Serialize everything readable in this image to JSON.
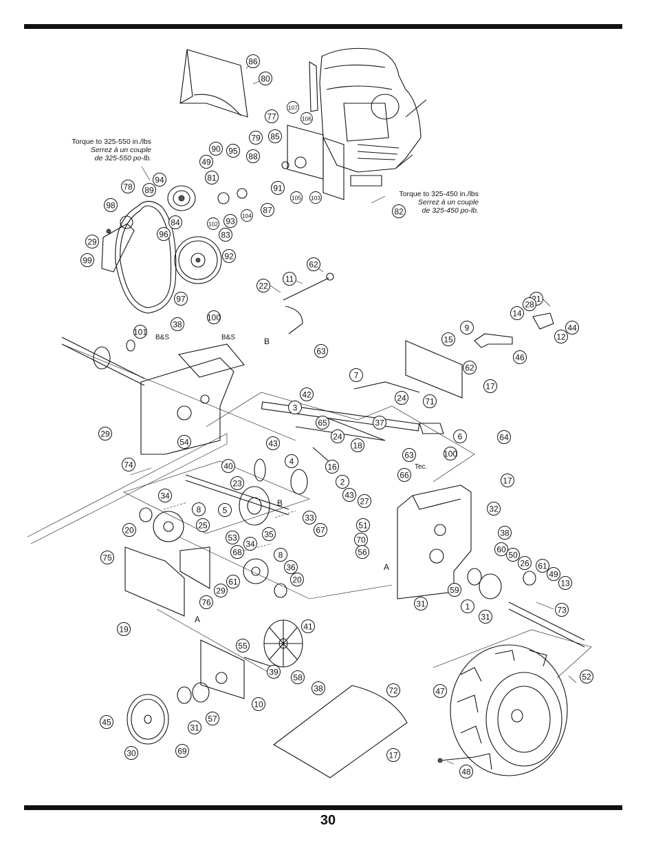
{
  "page": {
    "number": "30"
  },
  "torque_notes": [
    {
      "en": "Torque to 325-550 in./lbs",
      "fr_line1": "Serrez à un couple",
      "fr_line2": "de 325-550 po-lb."
    },
    {
      "en": "Torque to 325-450 in./lbs",
      "fr_line1": "Serrez à un couple",
      "fr_line2": "de 325-450 po-lb."
    }
  ],
  "labels": {
    "bs_left": "B&S",
    "bs_right": "B&S",
    "tec": "Tec.",
    "letter_b_upper": "B",
    "letter_b_lower": "B",
    "letter_a_right": "A",
    "letter_a_left": "A"
  },
  "callouts": [
    "86",
    "80",
    "77",
    "107",
    "106",
    "79",
    "85",
    "90",
    "95",
    "88",
    "49",
    "81",
    "94",
    "89",
    "91",
    "105",
    "103",
    "82",
    "78",
    "98",
    "84",
    "96",
    "102",
    "93",
    "104",
    "87",
    "83",
    "29",
    "92",
    "99",
    "97",
    "62",
    "22",
    "11",
    "21",
    "28",
    "14",
    "44",
    "9",
    "12",
    "15",
    "46",
    "62",
    "17",
    "71",
    "38",
    "100",
    "101",
    "63",
    "7",
    "42",
    "3",
    "24",
    "37",
    "65",
    "64",
    "6",
    "43",
    "24",
    "18",
    "29",
    "54",
    "74",
    "63",
    "100",
    "40",
    "4",
    "16",
    "2",
    "66",
    "23",
    "17",
    "34",
    "8",
    "5",
    "43",
    "27",
    "32",
    "20",
    "25",
    "33",
    "51",
    "38",
    "35",
    "67",
    "70",
    "56",
    "53",
    "68",
    "34",
    "8",
    "75",
    "36",
    "60",
    "50",
    "26",
    "61",
    "49",
    "13",
    "29",
    "61",
    "20",
    "59",
    "31",
    "76",
    "1",
    "31",
    "73",
    "19",
    "41",
    "55",
    "39",
    "58",
    "38",
    "52",
    "10",
    "72",
    "47",
    "45",
    "31",
    "57",
    "30",
    "69",
    "17",
    "48"
  ]
}
